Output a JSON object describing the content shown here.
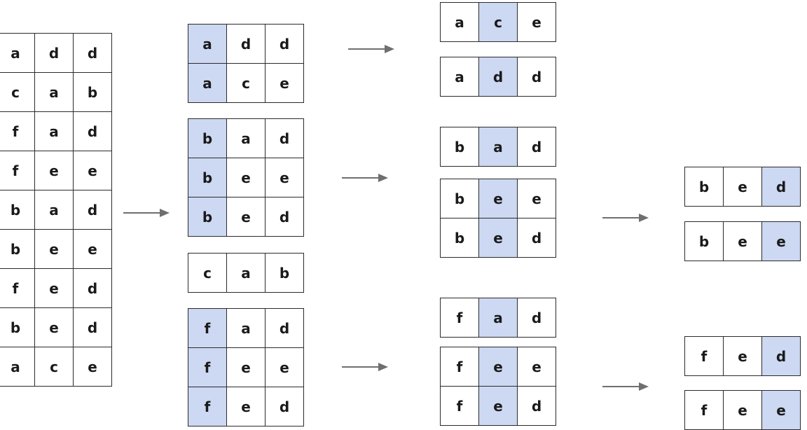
{
  "grids": [
    {
      "id": "source",
      "rows": [
        [
          "a",
          "d",
          "d"
        ],
        [
          "c",
          "a",
          "b"
        ],
        [
          "f",
          "a",
          "d"
        ],
        [
          "f",
          "e",
          "e"
        ],
        [
          "b",
          "a",
          "d"
        ],
        [
          "b",
          "e",
          "e"
        ],
        [
          "f",
          "e",
          "d"
        ],
        [
          "b",
          "e",
          "d"
        ],
        [
          "a",
          "c",
          "e"
        ]
      ],
      "highlight_col": null
    },
    {
      "id": "group-a",
      "rows": [
        [
          "a",
          "d",
          "d"
        ],
        [
          "a",
          "c",
          "e"
        ]
      ],
      "highlight_col": 0
    },
    {
      "id": "group-b",
      "rows": [
        [
          "b",
          "a",
          "d"
        ],
        [
          "b",
          "e",
          "e"
        ],
        [
          "b",
          "e",
          "d"
        ]
      ],
      "highlight_col": 0
    },
    {
      "id": "group-c",
      "rows": [
        [
          "c",
          "a",
          "b"
        ]
      ],
      "highlight_col": null
    },
    {
      "id": "group-f",
      "rows": [
        [
          "f",
          "a",
          "d"
        ],
        [
          "f",
          "e",
          "e"
        ],
        [
          "f",
          "e",
          "d"
        ]
      ],
      "highlight_col": 0
    },
    {
      "id": "group-ac",
      "rows": [
        [
          "a",
          "c",
          "e"
        ]
      ],
      "highlight_col": 1
    },
    {
      "id": "group-ad",
      "rows": [
        [
          "a",
          "d",
          "d"
        ]
      ],
      "highlight_col": 1
    },
    {
      "id": "group-ba",
      "rows": [
        [
          "b",
          "a",
          "d"
        ]
      ],
      "highlight_col": 1
    },
    {
      "id": "group-be",
      "rows": [
        [
          "b",
          "e",
          "e"
        ],
        [
          "b",
          "e",
          "d"
        ]
      ],
      "highlight_col": 1
    },
    {
      "id": "group-fa",
      "rows": [
        [
          "f",
          "a",
          "d"
        ]
      ],
      "highlight_col": 1
    },
    {
      "id": "group-fe",
      "rows": [
        [
          "f",
          "e",
          "e"
        ],
        [
          "f",
          "e",
          "d"
        ]
      ],
      "highlight_col": 1
    },
    {
      "id": "group-bed",
      "rows": [
        [
          "b",
          "e",
          "d"
        ]
      ],
      "highlight_col": 2
    },
    {
      "id": "group-bee",
      "rows": [
        [
          "b",
          "e",
          "e"
        ]
      ],
      "highlight_col": 2
    },
    {
      "id": "group-fed",
      "rows": [
        [
          "f",
          "e",
          "d"
        ]
      ],
      "highlight_col": 2
    },
    {
      "id": "group-fee",
      "rows": [
        [
          "f",
          "e",
          "e"
        ]
      ],
      "highlight_col": 2
    }
  ],
  "colors": {
    "highlight": "#cdd8f2",
    "border": "#2a2a2a",
    "arrow": "#6f6f6f"
  }
}
